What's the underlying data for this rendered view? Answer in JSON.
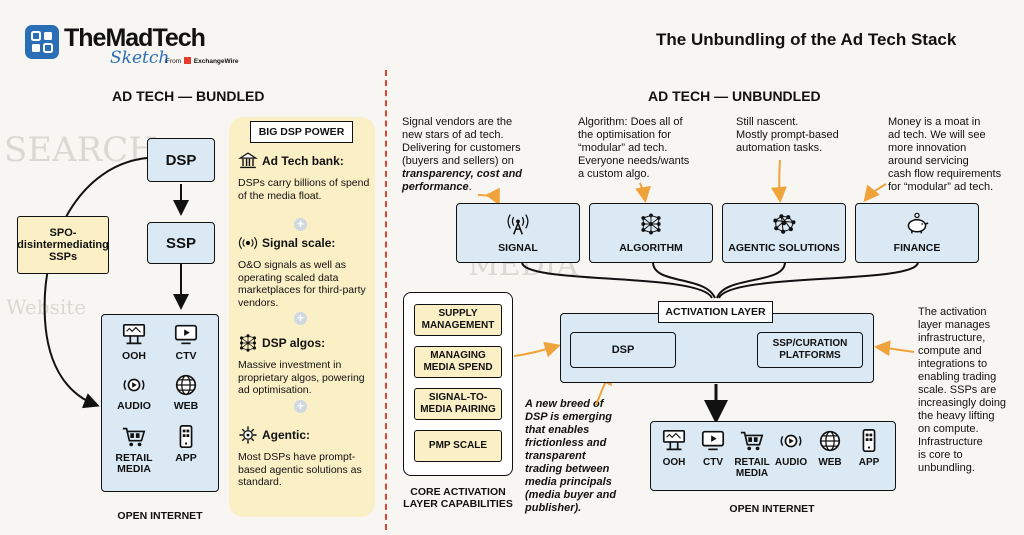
{
  "header": {
    "logo_line1": "TheMadTech",
    "logo_line2": "Sketch",
    "logo_from": "From",
    "logo_brand": "ExchangeWire",
    "title": "The Unbundling of the Ad Tech Stack"
  },
  "bundled": {
    "heading": "AD TECH — BUNDLED",
    "dsp": "DSP",
    "ssp": "SSP",
    "spo_label": "SPO-disintermediating SSPs",
    "open_internet_label": "OPEN INTERNET",
    "channels": [
      {
        "label": "OOH",
        "icon": "billboard-icon"
      },
      {
        "label": "CTV",
        "icon": "tv-play-icon"
      },
      {
        "label": "AUDIO",
        "icon": "audio-icon"
      },
      {
        "label": "WEB",
        "icon": "globe-icon"
      },
      {
        "label": "RETAIL MEDIA",
        "icon": "cart-icon"
      },
      {
        "label": "APP",
        "icon": "phone-icon"
      }
    ],
    "power_panel": {
      "title": "BIG DSP POWER",
      "items": [
        {
          "title": "Ad Tech bank:",
          "icon": "bank-icon",
          "body": "DSPs carry billions of spend of the media float."
        },
        {
          "title": "Signal scale:",
          "icon": "signal-icon",
          "body": "O&O signals as well as operating scaled data marketplaces for third-party vendors."
        },
        {
          "title": "DSP algos:",
          "icon": "network-icon",
          "body": "Massive investment in proprietary algos, powering ad optimisation."
        },
        {
          "title": "Agentic:",
          "icon": "agent-icon",
          "body": "Most DSPs have prompt-based agentic solutions as standard."
        }
      ]
    }
  },
  "unbundled": {
    "heading": "AD TECH — UNBUNDLED",
    "notes": {
      "signal": [
        "Signal vendors are the",
        "new stars of ad tech.",
        "Delivering for customers",
        "(buyers and sellers) on"
      ],
      "signal_emph": [
        "transparency, cost and",
        "performance"
      ],
      "signal_tail": ".",
      "algorithm": [
        "Algorithm: Does all of",
        "the optimisation for",
        "“modular” ad tech.",
        "Everyone needs/wants",
        "a custom algo."
      ],
      "agentic": [
        "Still nascent.",
        "Mostly prompt-based",
        "automation tasks."
      ],
      "finance": [
        "Money is a moat in",
        "ad tech. We will see",
        "more innovation",
        "around servicing",
        "cash flow requirements",
        "for “modular” ad tech."
      ],
      "activation": [
        "The activation",
        "layer manages",
        "infrastructure,",
        "compute and",
        "integrations to",
        "enabling trading",
        "scale. SSPs are",
        "increasingly doing",
        "the heavy lifting",
        "on compute.",
        "Infrastructure",
        "is core to",
        "unbundling."
      ],
      "new_breed": [
        "A new breed of",
        "DSP is emerging",
        "that enables",
        "frictionless and",
        "transparent",
        "trading between",
        "media principals",
        "(media buyer and",
        "publisher)."
      ]
    },
    "modules": [
      {
        "label": "SIGNAL",
        "icon": "antenna-icon"
      },
      {
        "label": "ALGORITHM",
        "icon": "network-icon"
      },
      {
        "label": "AGENTIC SOLUTIONS",
        "icon": "agent-network-icon"
      },
      {
        "label": "FINANCE",
        "icon": "piggy-bank-icon"
      }
    ],
    "activation_layer": {
      "title": "ACTIVATION LAYER",
      "dsp": "DSP",
      "ssp": "SSP/CURATION PLATFORMS"
    },
    "capabilities": {
      "items": [
        "SUPPLY MANAGEMENT",
        "MANAGING MEDIA SPEND",
        "SIGNAL-TO-MEDIA PAIRING",
        "PMP SCALE"
      ],
      "caption": [
        "CORE ACTIVATION",
        "LAYER CAPABILITIES"
      ]
    },
    "channels": [
      {
        "label": "OOH",
        "icon": "billboard-icon"
      },
      {
        "label": "CTV",
        "icon": "tv-play-icon"
      },
      {
        "label": "RETAIL MEDIA",
        "icon": "cart-icon"
      },
      {
        "label": "AUDIO",
        "icon": "audio-icon"
      },
      {
        "label": "WEB",
        "icon": "globe-icon"
      },
      {
        "label": "APP",
        "icon": "phone-icon"
      }
    ],
    "open_internet_label": "OPEN INTERNET"
  },
  "colors": {
    "box_blue": "#dbe9f4",
    "box_yellow": "#fbefc6",
    "arrow_orange": "#f0a23b",
    "divider_red": "#e0462f",
    "logo_blue": "#2a6fb6",
    "brand_red": "#e53b2f"
  }
}
